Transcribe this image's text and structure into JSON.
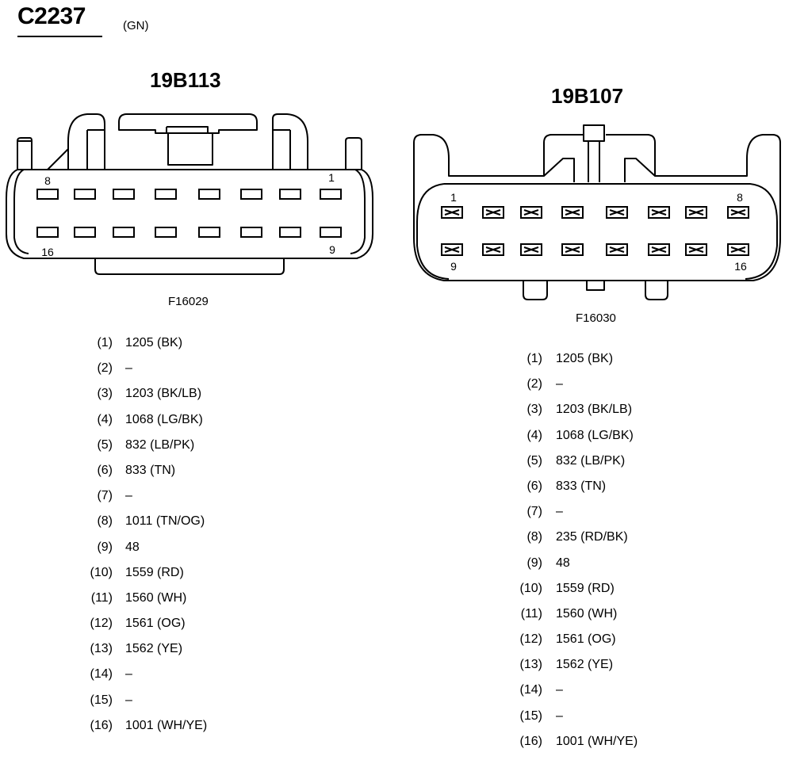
{
  "header": {
    "title": "C2237",
    "color_code": "(GN)"
  },
  "connectors": [
    {
      "name": "19B113",
      "figure": "F16029",
      "pin_labels": {
        "top_left": "8",
        "top_right": "1",
        "bottom_left": "16",
        "bottom_right": "9"
      },
      "pins": [
        {
          "num": "(1)",
          "circuit": "1205 (BK)"
        },
        {
          "num": "(2)",
          "circuit": "–"
        },
        {
          "num": "(3)",
          "circuit": "1203 (BK/LB)"
        },
        {
          "num": "(4)",
          "circuit": "1068 (LG/BK)"
        },
        {
          "num": "(5)",
          "circuit": "832 (LB/PK)"
        },
        {
          "num": "(6)",
          "circuit": "833 (TN)"
        },
        {
          "num": "(7)",
          "circuit": "–"
        },
        {
          "num": "(8)",
          "circuit": "1011 (TN/OG)"
        },
        {
          "num": "(9)",
          "circuit": "48"
        },
        {
          "num": "(10)",
          "circuit": "1559 (RD)"
        },
        {
          "num": "(11)",
          "circuit": "1560 (WH)"
        },
        {
          "num": "(12)",
          "circuit": "1561 (OG)"
        },
        {
          "num": "(13)",
          "circuit": "1562 (YE)"
        },
        {
          "num": "(14)",
          "circuit": "–"
        },
        {
          "num": "(15)",
          "circuit": "–"
        },
        {
          "num": "(16)",
          "circuit": "1001 (WH/YE)"
        }
      ]
    },
    {
      "name": "19B107",
      "figure": "F16030",
      "pin_labels": {
        "top_left": "1",
        "top_right": "8",
        "bottom_left": "9",
        "bottom_right": "16"
      },
      "pins": [
        {
          "num": "(1)",
          "circuit": "1205 (BK)"
        },
        {
          "num": "(2)",
          "circuit": "–"
        },
        {
          "num": "(3)",
          "circuit": "1203 (BK/LB)"
        },
        {
          "num": "(4)",
          "circuit": "1068 (LG/BK)"
        },
        {
          "num": "(5)",
          "circuit": "832 (LB/PK)"
        },
        {
          "num": "(6)",
          "circuit": "833 (TN)"
        },
        {
          "num": "(7)",
          "circuit": "–"
        },
        {
          "num": "(8)",
          "circuit": "235 (RD/BK)"
        },
        {
          "num": "(9)",
          "circuit": "48"
        },
        {
          "num": "(10)",
          "circuit": "1559 (RD)"
        },
        {
          "num": "(11)",
          "circuit": "1560 (WH)"
        },
        {
          "num": "(12)",
          "circuit": "1561 (OG)"
        },
        {
          "num": "(13)",
          "circuit": "1562 (YE)"
        },
        {
          "num": "(14)",
          "circuit": "–"
        },
        {
          "num": "(15)",
          "circuit": "–"
        },
        {
          "num": "(16)",
          "circuit": "1001 (WH/YE)"
        }
      ]
    }
  ]
}
